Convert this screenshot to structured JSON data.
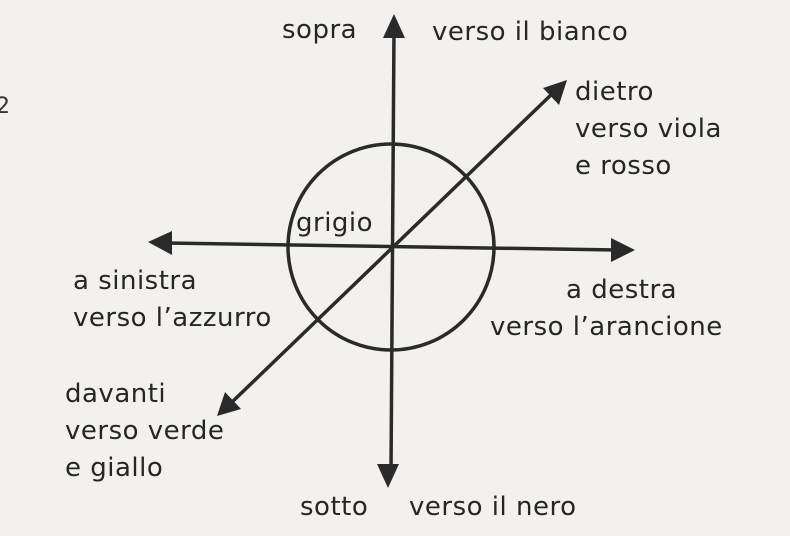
{
  "page_number": "2",
  "labels": {
    "up_word": "sopra",
    "up_color": "verso il bianco",
    "back_line1": "dietro",
    "back_line2": "verso viola",
    "back_line3": "e rosso",
    "center": "grigio",
    "left_line1": "a sinistra",
    "left_line2": "verso l’azzurro",
    "right_line1": "a  destra",
    "right_line2": "verso l’arancione",
    "front_line1": "davanti",
    "front_line2": "verso verde",
    "front_line3": "e giallo",
    "down_word": "sotto",
    "down_color": "verso il nero"
  }
}
